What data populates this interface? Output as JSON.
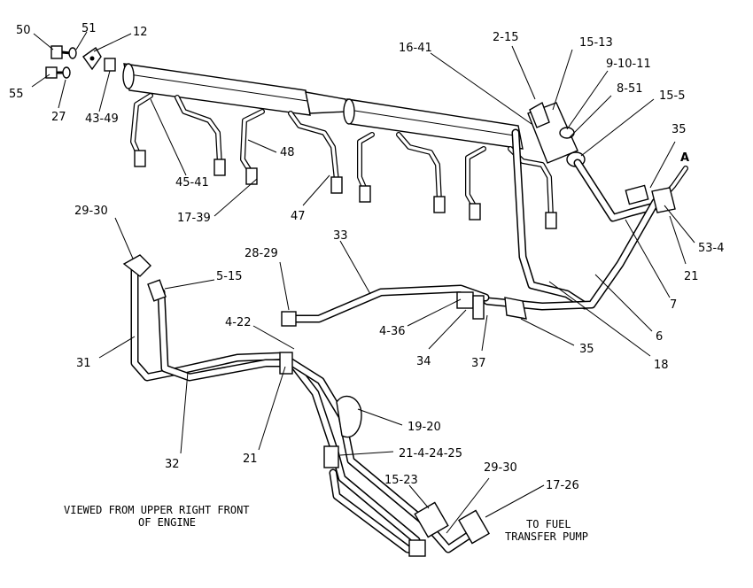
{
  "diagram": {
    "callouts": {
      "c50": "50",
      "c51": "51",
      "c12": "12",
      "c55": "55",
      "c27": "27",
      "c43_49": "43-49",
      "c16_41": "16-41",
      "c2_15": "2-15",
      "c15_13": "15-13",
      "c9_10_11": "9-10-11",
      "c8_51": "8-51",
      "c15_5": "15-5",
      "c35a": "35",
      "cA": "A",
      "c45_41": "45-41",
      "c48": "48",
      "c17_39": "17-39",
      "c47": "47",
      "c29_30a": "29-30",
      "c28_29": "28-29",
      "c33": "33",
      "c53_4": "53-4",
      "c21a": "21",
      "c7": "7",
      "c5_15": "5-15",
      "c4_22": "4-22",
      "c4_36": "4-36",
      "c34": "34",
      "c37": "37",
      "c35b": "35",
      "c6": "6",
      "c18": "18",
      "c31": "31",
      "c32": "32",
      "c21b": "21",
      "c19_20": "19-20",
      "c21_4_24_25": "21-4-24-25",
      "c29_30b": "29-30",
      "c15_23": "15-23",
      "c17_26": "17-26"
    },
    "notes": {
      "view_line1": "VIEWED FROM UPPER RIGHT FRONT",
      "view_line2": "OF ENGINE",
      "pump_line1": "TO FUEL",
      "pump_line2": "TRANSFER PUMP"
    }
  }
}
